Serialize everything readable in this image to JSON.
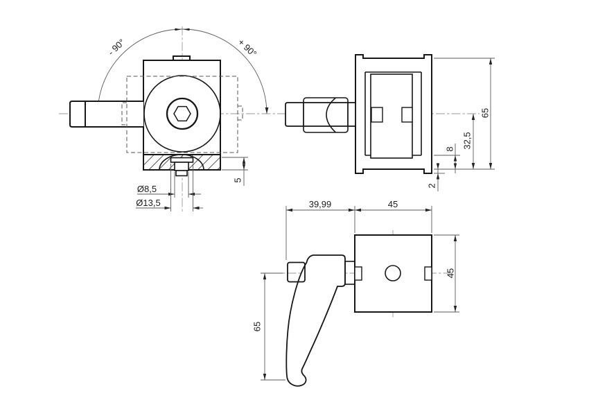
{
  "front_view": {
    "angle_neg": "- 90°",
    "angle_pos": "+ 90°",
    "dia_small": "Ø8,5",
    "dia_large": "Ø13,5",
    "dim_base": "5"
  },
  "side_view": {
    "dim_height": "65",
    "dim_center_base": "32,5",
    "dim_flange": "8",
    "dim_tab": "2"
  },
  "plan_view": {
    "dim_lever_hub": "39,99",
    "dim_width": "45",
    "dim_depth": "45",
    "dim_lever": "65"
  }
}
